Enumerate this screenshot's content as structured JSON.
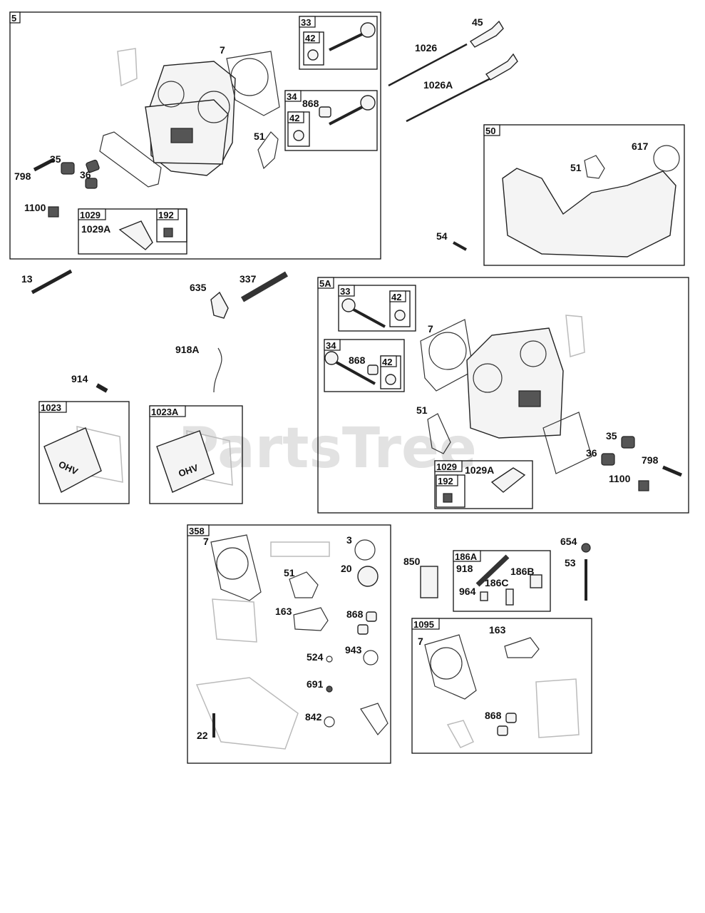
{
  "watermark": "PartsTree",
  "groups": {
    "g5": "5",
    "g33a": "33",
    "g42a": "42",
    "g34a": "34",
    "g42b": "42",
    "g1029a": "1029",
    "g192a": "192",
    "g50": "50",
    "g5A": "5A",
    "g33b": "33",
    "g42c": "42",
    "g34b": "34",
    "g42d": "42",
    "g1029b": "1029",
    "g192b": "192",
    "g1023": "1023",
    "g1023A": "1023A",
    "g358": "358",
    "g186A": "186A",
    "g1095": "1095"
  },
  "labels": {
    "l7a": "7",
    "l868a": "868",
    "l51a": "51",
    "l35a": "35",
    "l798a": "798",
    "l36a": "36",
    "l1100a": "1100",
    "l1029Aa": "1029A",
    "l45": "45",
    "l1026": "1026",
    "l1026A": "1026A",
    "l617": "617",
    "l51b": "51",
    "l54": "54",
    "l13": "13",
    "l635": "635",
    "l337": "337",
    "l918A": "918A",
    "l914": "914",
    "l7b": "7",
    "l868b": "868",
    "l51c": "51",
    "l35b": "35",
    "l36b": "36",
    "l798b": "798",
    "l1100b": "1100",
    "l1029Ab": "1029A",
    "l7c": "7",
    "l3": "3",
    "l20": "20",
    "l51d": "51",
    "l163a": "163",
    "l868c": "868",
    "l524": "524",
    "l943": "943",
    "l691": "691",
    "l842": "842",
    "l22": "22",
    "l850": "850",
    "l918": "918",
    "l186B": "186B",
    "l186C": "186C",
    "l964": "964",
    "l654": "654",
    "l53": "53",
    "l7d": "7",
    "l163b": "163",
    "l868d": "868"
  },
  "icons": {
    "cover_text": "OHV"
  }
}
